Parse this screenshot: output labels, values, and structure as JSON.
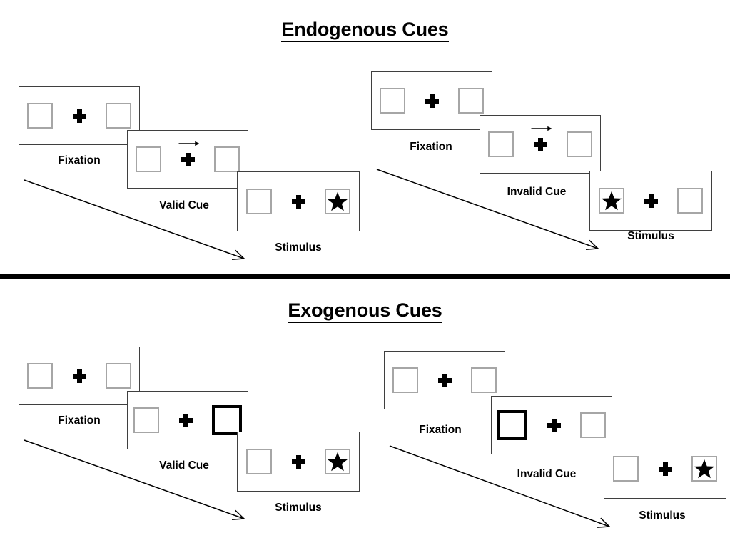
{
  "page": {
    "background": "#ffffff",
    "box_border_color": "#a6a6a6",
    "cued_box_border_color": "#000000",
    "frame_border_color": "#3f3f3f",
    "accent": "#000000"
  },
  "sections": [
    {
      "id": "endogenous",
      "title": "Endogenous Cues",
      "sequences": [
        {
          "id": "endogenous-valid",
          "panels": [
            {
              "label": "Fixation",
              "left_box": "empty",
              "right_box": "empty",
              "cue": "none",
              "cue_direction": ""
            },
            {
              "label": "Valid Cue",
              "left_box": "empty",
              "right_box": "empty",
              "cue": "center-arrow",
              "cue_direction": "right"
            },
            {
              "label": "Stimulus",
              "left_box": "empty",
              "right_box": "star",
              "cue": "none",
              "cue_direction": ""
            }
          ]
        },
        {
          "id": "endogenous-invalid",
          "panels": [
            {
              "label": "Fixation",
              "left_box": "empty",
              "right_box": "empty",
              "cue": "none",
              "cue_direction": ""
            },
            {
              "label": "Invalid Cue",
              "left_box": "empty",
              "right_box": "empty",
              "cue": "center-arrow",
              "cue_direction": "right"
            },
            {
              "label": "Stimulus",
              "left_box": "star",
              "right_box": "empty",
              "cue": "none",
              "cue_direction": ""
            }
          ]
        }
      ]
    },
    {
      "id": "exogenous",
      "title": "Exogenous Cues",
      "sequences": [
        {
          "id": "exogenous-valid",
          "panels": [
            {
              "label": "Fixation",
              "left_box": "empty",
              "right_box": "empty",
              "cue": "none",
              "cue_direction": ""
            },
            {
              "label": "Valid Cue",
              "left_box": "empty",
              "right_box": "empty",
              "cue": "peripheral-right",
              "cue_direction": "right"
            },
            {
              "label": "Stimulus",
              "left_box": "empty",
              "right_box": "star",
              "cue": "none",
              "cue_direction": ""
            }
          ]
        },
        {
          "id": "exogenous-invalid",
          "panels": [
            {
              "label": "Fixation",
              "left_box": "empty",
              "right_box": "empty",
              "cue": "none",
              "cue_direction": ""
            },
            {
              "label": "Invalid Cue",
              "left_box": "empty",
              "right_box": "empty",
              "cue": "peripheral-left",
              "cue_direction": "left"
            },
            {
              "label": "Stimulus",
              "left_box": "empty",
              "right_box": "star",
              "cue": "none",
              "cue_direction": ""
            }
          ]
        }
      ]
    }
  ],
  "time_arrows": [
    {
      "name": "endogenous-valid-time-arrow",
      "direction": "down-right"
    },
    {
      "name": "endogenous-invalid-time-arrow",
      "direction": "down-right"
    },
    {
      "name": "exogenous-valid-time-arrow",
      "direction": "down-right"
    },
    {
      "name": "exogenous-invalid-time-arrow",
      "direction": "down-right"
    }
  ]
}
